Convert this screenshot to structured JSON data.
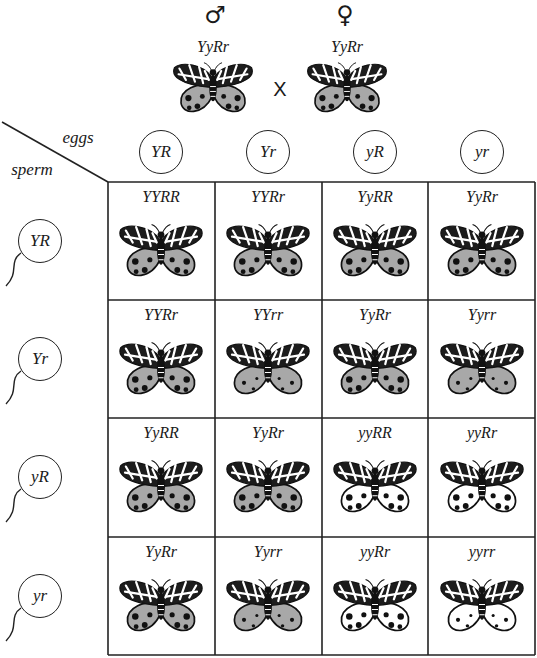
{
  "diagram": {
    "nodes": [
      {
        "text": [
          "YR"
        ]
      },
      {
        "text": [
          "Yr"
        ]
      },
      {
        "text": [
          "yR"
        ]
      },
      {
        "text": [
          "yr"
        ]
      },
      {
        "text": [
          "YR"
        ]
      },
      {
        "text": [
          "Yr"
        ]
      },
      {
        "text": [
          "yR"
        ]
      },
      {
        "text": [
          "yr"
        ]
      }
    ],
    "labels": [
      "♂",
      "♀",
      "YyRr",
      "YyRr",
      "X",
      "eggs",
      "sperm",
      "YYRR",
      "YYRr",
      "YyRR",
      "YyRr",
      "YYRr",
      "YYrr",
      "YyRr",
      "Yyrr",
      "YyRR",
      "YyRr",
      "yyRR",
      "yyRr",
      "YyRr",
      "Yyrr",
      "yyRr",
      "yyrr"
    ]
  }
}
